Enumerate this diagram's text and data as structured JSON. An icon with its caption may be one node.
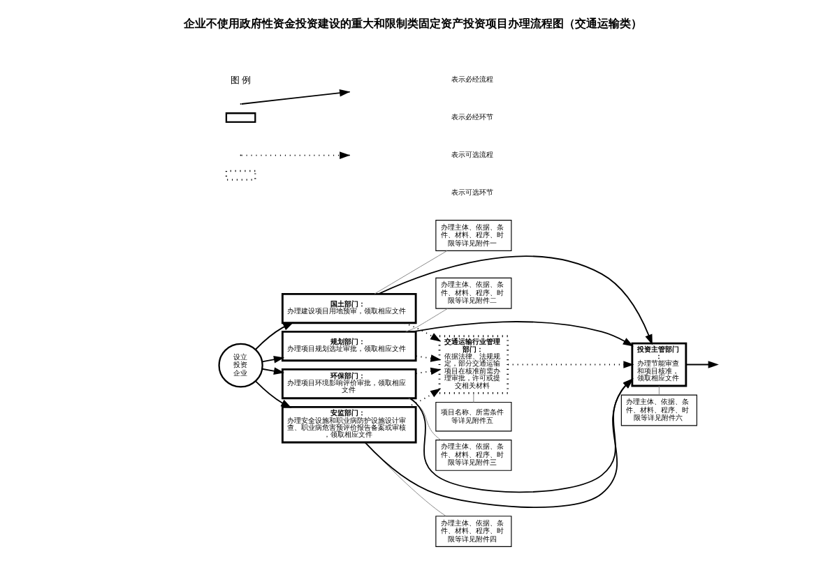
{
  "diagram": {
    "title": "企业不使用政府性资金投资建设的重大和限制类固定资产投资项目办理流程图（交通运输类）",
    "nodes": [
      {
        "text": [
          "设立投资企业"
        ]
      },
      {
        "text": [
          "国土部门：",
          "办理建设项目用地预审，领取相应文件"
        ]
      },
      {
        "text": [
          "规划部门：",
          "办理项目规划选址审批，领取相应文件"
        ]
      },
      {
        "text": [
          "环保部门：",
          "办理项目环境影响评价审批，领取相应文件"
        ]
      },
      {
        "text": [
          "安监部门：",
          "办理安全设施和职业病防护设施设计审查、职业病危害预评价报告备案或审核，领取相应文件"
        ]
      },
      {
        "text": [
          "办理主体、依据、条件、材料、程序、时限等详见附件一"
        ]
      },
      {
        "text": [
          "办理主体、依据、条件、材料、程序、时限等详见附件二"
        ]
      },
      {
        "text": [
          "办理主体、依据、条件、材料、程序、时限等详见附件三"
        ]
      },
      {
        "text": [
          "办理主体、依据、条件、材料、程序、时限等详见附件四"
        ]
      },
      {
        "text": [
          "交通运输行业管理部门：",
          "依据法律、法规规定，部分交通运输项目在核准前需办理审批，许可或提交相关材料"
        ]
      },
      {
        "text": [
          "投资主管部门：",
          "办理节能审查和项目核准，领取相应文件"
        ]
      },
      {
        "text": [
          "项目名称、所需条件等详见附件五"
        ]
      },
      {
        "text": [
          "办理主体、依据、条件、材料、程序、时限等详见附件六"
        ]
      }
    ],
    "edges": [
      {
        "from": 0,
        "to": 1,
        "arrow": "to"
      },
      {
        "from": 0,
        "to": 2,
        "arrow": "to"
      },
      {
        "from": 0,
        "to": 3,
        "arrow": "to"
      },
      {
        "from": 0,
        "to": 4,
        "arrow": "to"
      },
      {
        "from": 1,
        "to": 5,
        "arrow": "none",
        "color": "#808080"
      },
      {
        "from": 2,
        "to": 6,
        "arrow": "none",
        "color": "#808080"
      },
      {
        "from": 3,
        "to": 7,
        "arrow": "none",
        "color": "#808080"
      },
      {
        "from": 4,
        "to": 8,
        "arrow": "none",
        "color": "#808080"
      },
      {
        "from": 1,
        "to": 9,
        "arrow": "to",
        "style": "dashed"
      },
      {
        "from": 2,
        "to": 9,
        "arrow": "to",
        "style": "dashed"
      },
      {
        "from": 3,
        "to": 9,
        "arrow": "to",
        "style": "dashed"
      },
      {
        "from": 4,
        "to": 9,
        "arrow": "to",
        "style": "dashed"
      },
      {
        "from": 1,
        "to": 10,
        "arrow": "to"
      },
      {
        "from": 2,
        "to": 10,
        "arrow": "to"
      },
      {
        "from": 3,
        "to": 10,
        "arrow": "to"
      },
      {
        "from": 4,
        "to": 10,
        "arrow": "to"
      },
      {
        "from": 9,
        "to": 10,
        "arrow": "to",
        "style": "dashed"
      },
      {
        "from": 9,
        "to": 11,
        "arrow": "none",
        "color": "#808080"
      },
      {
        "from": 10,
        "to": 12,
        "arrow": "none",
        "color": "#808080"
      },
      {
        "from": 10,
        "to": null,
        "arrow": "to"
      }
    ],
    "labels": [
      "图 例"
    ],
    "legend": [
      {
        "text": "表示必经流程"
      },
      {
        "text": "表示必经环节"
      },
      {
        "text": "表示可选流程"
      },
      {
        "text": "表示可选环节"
      }
    ]
  }
}
